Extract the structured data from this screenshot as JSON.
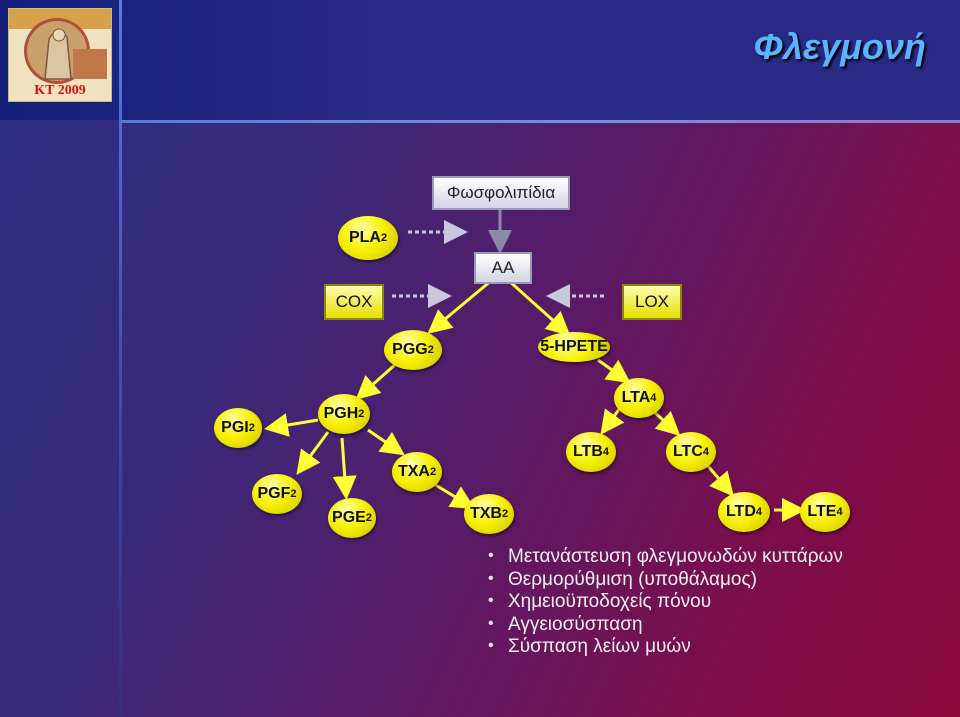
{
  "title": "Φλεγμονή",
  "logo": {
    "text": "KT 2009"
  },
  "boxes": {
    "phospholipids": "Φωσφολιπίδια",
    "aa": "AA",
    "cox": "COX",
    "lox": "LOX"
  },
  "nodes": {
    "pla2": {
      "main": "PLA",
      "sub": "2"
    },
    "pgg2": {
      "main": "PGG",
      "sub": "2"
    },
    "hpete": {
      "main": "5-HPETE",
      "sub": ""
    },
    "pgi2": {
      "main": "PGI",
      "sub": "2"
    },
    "pgh2": {
      "main": "PGH",
      "sub": "2"
    },
    "pgf2": {
      "main": "PGF",
      "sub": "2"
    },
    "pge2": {
      "main": "PGE",
      "sub": "2"
    },
    "txa2": {
      "main": "TXA",
      "sub": "2"
    },
    "txb2": {
      "main": "TXB",
      "sub": "2"
    },
    "lta4": {
      "main": "LTA",
      "sub": "4"
    },
    "ltb4": {
      "main": "LTB",
      "sub": "4"
    },
    "ltc4": {
      "main": "LTC",
      "sub": "4"
    },
    "ltd4": {
      "main": "LTD",
      "sub": "4"
    },
    "lte4": {
      "main": "LTE",
      "sub": "4"
    }
  },
  "bullets": [
    "Μετανάστευση φλεγμονωδών κυττάρων",
    "Θερμορύθμιση (υποθάλαμος)",
    "Χημειοϋποδοχείς πόνου",
    "Αγγειοσύσπαση",
    "Σύσπαση λείων μυών"
  ],
  "colors": {
    "node_yellow": "#f6f000",
    "arrow_yellow": "#ffff33",
    "arrow_gray": "#8a8aa8",
    "dotted_arrow": "#c8c8dc",
    "title_blue": "#5ab4ff"
  }
}
